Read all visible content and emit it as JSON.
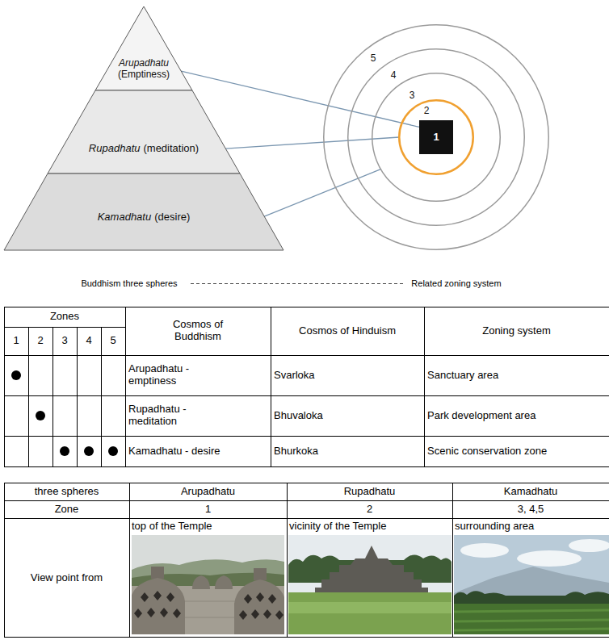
{
  "diagram": {
    "nodes": [
      {
        "text": [
          "Arupadhatu",
          "(Emptiness)"
        ]
      },
      {
        "text": [
          "Rupadhatu",
          "(meditation)"
        ]
      },
      {
        "text": [
          "Kamadhatu",
          "(desire)"
        ]
      },
      {
        "text": [
          "5"
        ]
      },
      {
        "text": [
          "4"
        ],
        "in": 3
      },
      {
        "text": [
          "3"
        ],
        "in": 4
      },
      {
        "text": [
          "2"
        ],
        "in": 5
      },
      {
        "text": [
          "1"
        ],
        "in": 6
      }
    ],
    "edges": [
      {
        "from": 0,
        "to": 7,
        "arrow": "none"
      },
      {
        "from": 1,
        "to": 6,
        "arrow": "none"
      },
      {
        "from": 2,
        "to": 5,
        "arrow": "none"
      }
    ],
    "labels": [
      "Buddhism three spheres",
      "Related zoning system",
      "Zones",
      "1",
      "2",
      "3",
      "4",
      "5",
      "Cosmos of Buddhism",
      "Cosmos of Hinduism",
      "Zoning system",
      "Arupadhatu - emptiness",
      "Svarloka",
      "Sanctuary area",
      "Rupadhatu - meditation",
      "Bhuvaloka",
      "Park development area",
      "Kamadhatu - desire",
      "Bhurkoka",
      "Scenic conservation zone",
      "three spheres",
      "Arupadhatu",
      "Rupadhatu",
      "Kamadhatu",
      "Zone",
      "1",
      "2",
      "3, 4,5",
      "View point from",
      "top of the Temple",
      "vicinity of the Temple",
      "surrounding area"
    ]
  }
}
